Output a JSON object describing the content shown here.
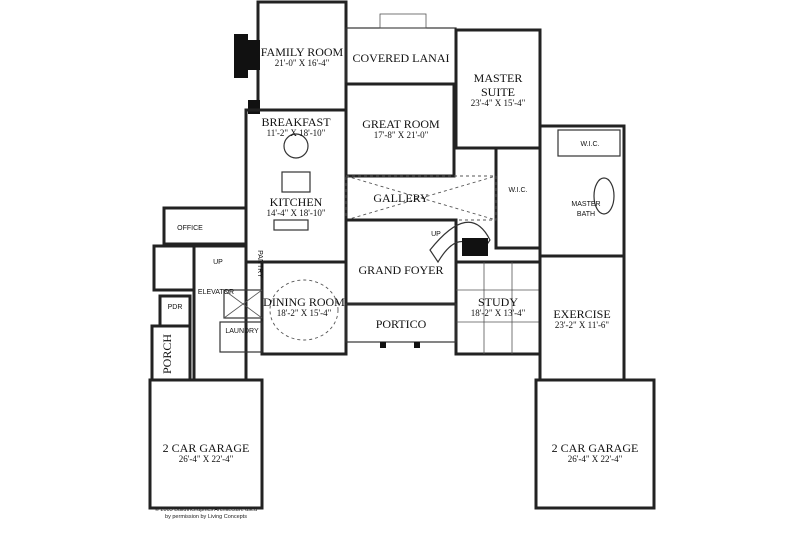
{
  "rooms": {
    "family_room": {
      "name": "FAMILY ROOM",
      "dims": "21'-0\" X 16'-4\""
    },
    "covered_lanai": {
      "name": "COVERED LANAI"
    },
    "master_suite": {
      "name_line1": "MASTER",
      "name_line2": "SUITE",
      "dims": "23'-4\" X 15'-4\""
    },
    "breakfast": {
      "name": "BREAKFAST",
      "dims": "11'-2\" X 18'-10\""
    },
    "great_room": {
      "name": "GREAT ROOM",
      "dims": "17'-8\" X 21'-0\""
    },
    "wic1": {
      "name": "W.I.C."
    },
    "wic2": {
      "name": "W.I.C."
    },
    "master_bath": {
      "name_line1": "MASTER",
      "name_line2": "BATH"
    },
    "kitchen": {
      "name": "KITCHEN",
      "dims": "14'-4\" X 18'-10\""
    },
    "gallery": {
      "name": "GALLERY"
    },
    "office": {
      "name": "OFFICE"
    },
    "up1": {
      "name": "UP"
    },
    "up2": {
      "name": "UP"
    },
    "pantry": {
      "name": "PANTRY"
    },
    "grand_foyer": {
      "name": "GRAND FOYER"
    },
    "elevator": {
      "name": "ELEVATOR"
    },
    "pdr": {
      "name": "PDR"
    },
    "dining_room": {
      "name": "DINING ROOM",
      "dims": "18'-2\" X 15'-4\""
    },
    "study": {
      "name": "STUDY",
      "dims": "18'-2\" X 13'-4\""
    },
    "exercise": {
      "name": "EXERCISE",
      "dims": "23'-2\" X 11'-6\""
    },
    "laundry": {
      "name": "LAUNDRY"
    },
    "portico": {
      "name": "PORTICO"
    },
    "porch": {
      "name": "PORCH"
    },
    "garage_left": {
      "name": "2 CAR GARAGE",
      "dims": "26'-4\" X 22'-4\""
    },
    "garage_right": {
      "name": "2 CAR GARAGE",
      "dims": "26'-4\" X 22'-4\""
    }
  },
  "copyright": {
    "line1": "© 2005 BuildInGraphics Architecture used",
    "line2": "by permission by Living Concepts"
  }
}
